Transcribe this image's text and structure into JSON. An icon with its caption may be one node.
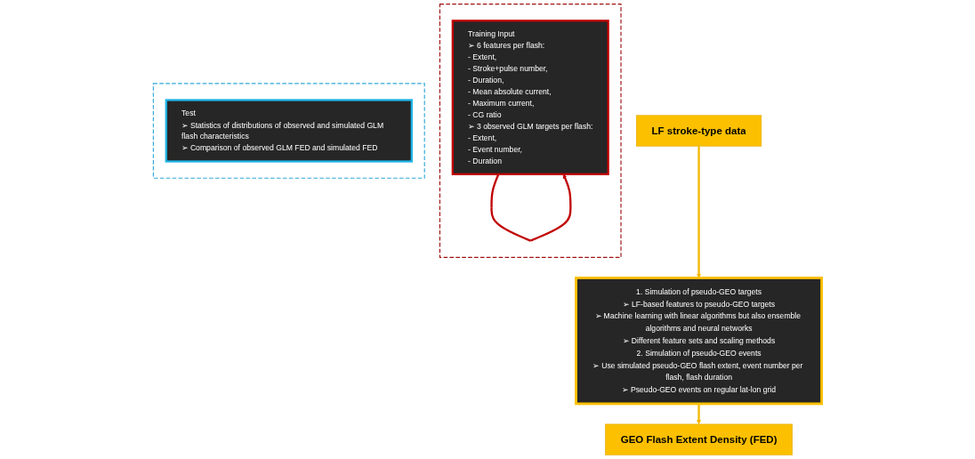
{
  "diagram": {
    "nodes": [
      {
        "text": [
          "LF stroke-type data"
        ]
      },
      {
        "text": [],
        "shape": "box"
      },
      {
        "text": [
          "Training Input",
          "➢ 6 features per flash:",
          "- Extent,",
          "- Stroke+pulse number,",
          "- Duration,",
          "- Mean absolute current,",
          "- Maximum current,",
          "- CG ratio",
          "➢ 3 observed GLM targets per flash:",
          "- Extent,",
          "- Event number,",
          "- Duration"
        ],
        "in": 1
      },
      {
        "text": [],
        "shape": "box"
      },
      {
        "text": [
          "1. Simulation of pseudo-GEO targets",
          "➢ LF-based features to pseudo-GEO targets",
          "➢ Machine learning with linear algorithms but also ensemble algorithms and neural networks",
          "➢ Different feature sets and scaling methods",
          "2. Simulation of pseudo-GEO events",
          "➢ Use simulated pseudo-GEO flash extent, event number per flash, flash duration",
          "➢ Pseudo-GEO events on regular lat-lon grid"
        ]
      },
      {
        "text": [
          "Test",
          "➢ Statistics of distributions of observed and simulated GLM flash characteristics",
          "➢ Comparison of observed GLM FED and simulated FED"
        ],
        "in": 3
      },
      {
        "text": [
          "GEO Flash Extent Density (FED)"
        ]
      }
    ],
    "edges": [
      {
        "from": 0,
        "to": 4,
        "arrow": "to",
        "color": "#f5b800"
      },
      {
        "from": 2,
        "to": 2,
        "arrow": "to",
        "color": "#c00000"
      },
      {
        "from": 4,
        "to": 6,
        "arrow": "to",
        "color": "#f5b800"
      }
    ]
  }
}
